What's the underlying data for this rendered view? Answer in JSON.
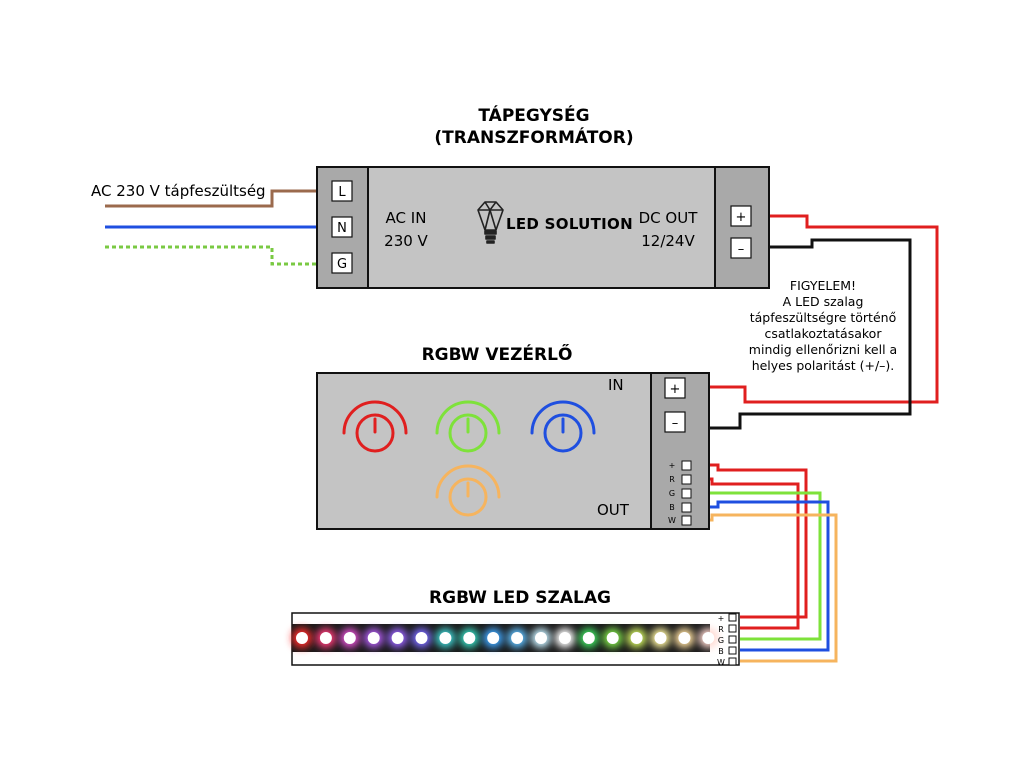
{
  "psu": {
    "title_line1": "TÁPEGYSÉG",
    "title_line2": "(TRANSZFORMÁTOR)",
    "ac_in_line1": "AC IN",
    "ac_in_line2": "230 V",
    "dc_out_line1": "DC OUT",
    "dc_out_line2": "12/24V",
    "logo_text": "LED SOLUTION",
    "input_terminals": [
      "L",
      "N",
      "G"
    ],
    "output_terminals": [
      "+",
      "–"
    ]
  },
  "mains_label": "AC 230 V tápfeszültség",
  "controller": {
    "title": "RGBW VEZÉRLŐ",
    "in_label": "IN",
    "out_label": "OUT",
    "in_terminals": [
      "+",
      "–"
    ],
    "out_terminals": [
      "+",
      "R",
      "G",
      "B",
      "W"
    ],
    "knobs": [
      {
        "name": "red-knob",
        "color": "#e01f1f"
      },
      {
        "name": "green-knob",
        "color": "#7ee23a"
      },
      {
        "name": "blue-knob",
        "color": "#1f4fe0"
      },
      {
        "name": "white-knob",
        "color": "#f6b45e"
      }
    ]
  },
  "warning": {
    "lines": [
      "FIGYELEM!",
      "A LED szalag",
      "tápfeszültségre történő",
      "csatlakoztatásakor",
      "mindig ellenőrizni kell a",
      "helyes polaritást (+/–)."
    ]
  },
  "strip": {
    "title": "RGBW LED SZALAG",
    "terminals": [
      "+",
      "R",
      "G",
      "B",
      "W"
    ],
    "led_colors": [
      "#ff2a2a",
      "#ff3b7a",
      "#e04fd0",
      "#b05cf0",
      "#9a63ff",
      "#7a6bff",
      "#3fd0d0",
      "#38d8c0",
      "#3fa8ff",
      "#5fc0ff",
      "#c8f0ff",
      "#ffffff",
      "#40e060",
      "#7ee24a",
      "#d0f060",
      "#fff5a0",
      "#ffe0a0",
      "#ffd8d0"
    ]
  },
  "colors": {
    "mains_L": "#9b6a4d",
    "mains_N": "#1f4fe0",
    "mains_G": "#7ac943",
    "positive": "#e01f1f",
    "negative": "#111111",
    "ch_R": "#e01f1f",
    "ch_G": "#7ee23a",
    "ch_B": "#1f4fe0",
    "ch_W": "#f6b45e",
    "box_fill": "#c4c4c4",
    "terminal_fill": "#a9a9a9"
  }
}
